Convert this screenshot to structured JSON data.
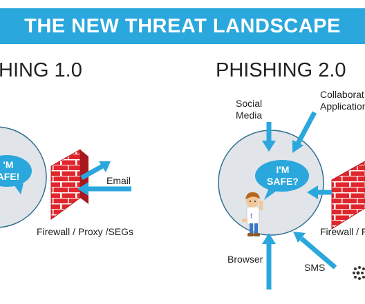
{
  "banner": {
    "title": "THE NEW THREAT LANDSCAPE"
  },
  "left_panel": {
    "heading": "HING 1.0",
    "bubble_line1": "'M",
    "bubble_line2": "AFE!",
    "email_label": "Email",
    "firewall_label": "Firewall / Proxy /SEGs"
  },
  "right_panel": {
    "heading": "PHISHING 2.0",
    "social_media_line1": "Social",
    "social_media_line2": "Media",
    "collab_line1": "Collaborat",
    "collab_line2": "Application",
    "bubble_line1": "I'M",
    "bubble_line2": "SAFE?",
    "firewall_label": "Firewall / F",
    "sms_label": "SMS",
    "browser_label": "Browser"
  },
  "colors": {
    "banner": "#2aa7dc",
    "arrow": "#2aa7dc",
    "circle_fill": "#e1e4e9",
    "circle_stroke": "#2f6f8f",
    "bubble": "#2aa7dc",
    "brick": "#e0262c",
    "mortar": "#ffffff"
  }
}
